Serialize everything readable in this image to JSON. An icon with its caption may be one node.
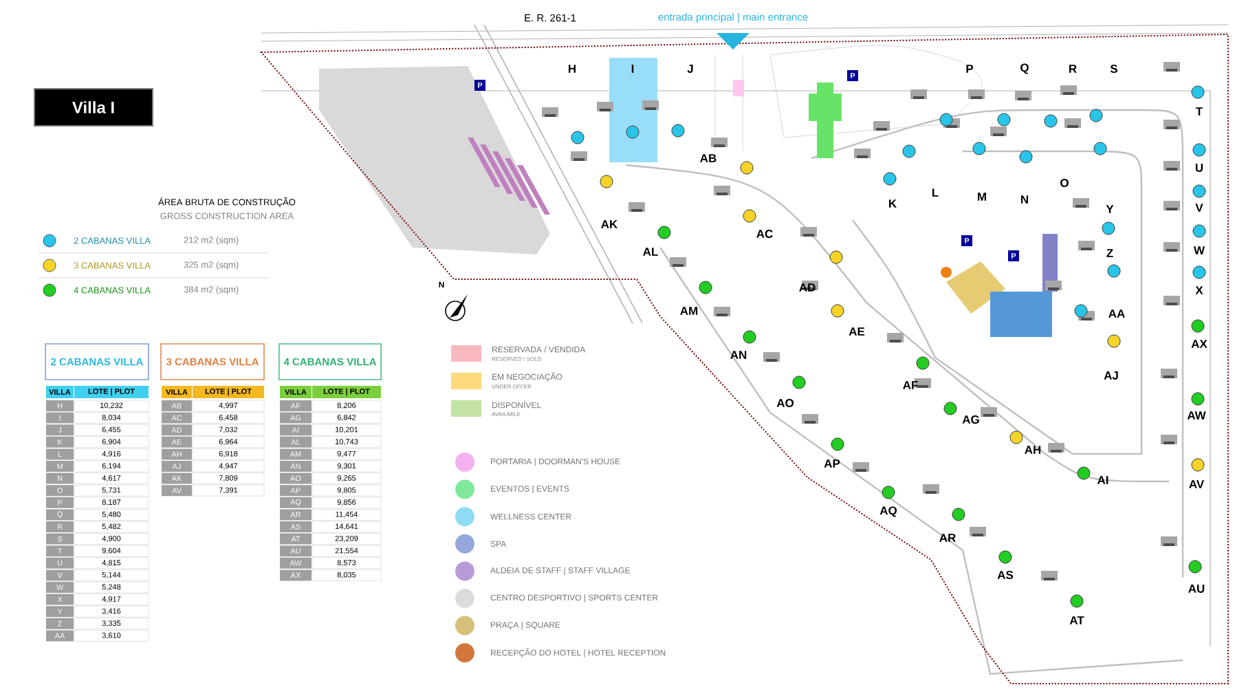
{
  "diagram": {
    "nodes": [
      {
        "text": [
          "Villa I"
        ]
      },
      {
        "text": [
          "2 CABANAS VILLA"
        ]
      },
      {
        "text": [
          "3 CABANAS VILLA"
        ]
      },
      {
        "text": [
          "4 CABANAS VILLA"
        ]
      }
    ],
    "labels": [
      "E. R. 261-1",
      "entrada principal | main entrance",
      "N",
      "H",
      "I",
      "J",
      "P",
      "Q",
      "R",
      "S",
      "T",
      "U",
      "V",
      "W",
      "X",
      "AX",
      "AW",
      "AV",
      "AU",
      "K",
      "L",
      "M",
      "N",
      "O",
      "Y",
      "Z",
      "AA",
      "AJ",
      "AB",
      "AC",
      "AD",
      "AE",
      "AK",
      "AL",
      "AM",
      "AN",
      "AO",
      "AF",
      "AG",
      "AH",
      "AI",
      "AP",
      "AQ",
      "AR",
      "AS",
      "AT",
      "ÁREA BRUTA DE CONSTRUÇÃO",
      "GROSS CONSTRUCTION AREA",
      "212 m2 (sqm)",
      "325 m2 (sqm)",
      "384 m2 (sqm)",
      "VILLA",
      "LOTE | PLOT",
      "H",
      "10,232",
      "I",
      "8,034",
      "J",
      "6,455",
      "K",
      "6,904",
      "L",
      "4,916",
      "M",
      "6,194",
      "N",
      "4,617",
      "O",
      "5,731",
      "P",
      "8,187",
      "Q",
      "5,480",
      "R",
      "5,482",
      "S",
      "4,900",
      "T",
      "9,604",
      "U",
      "4,815",
      "V",
      "5,144",
      "W",
      "5,248",
      "X",
      "4,917",
      "Y",
      "3,416",
      "Z",
      "3,335",
      "AA",
      "3,610",
      "VILLA",
      "LOTE | PLOT",
      "AB",
      "4,997",
      "AC",
      "6,458",
      "AD",
      "7,032",
      "AE",
      "6,964",
      "AH",
      "6,918",
      "AJ",
      "4,947",
      "AK",
      "7,809",
      "AV",
      "7,391",
      "VILLA",
      "LOTE | PLOT",
      "AF",
      "8,206",
      "AG",
      "6,842",
      "AI",
      "10,201",
      "AL",
      "10,743",
      "AM",
      "9,477",
      "AN",
      "9,301",
      "AO",
      "9,265",
      "AP",
      "9,805",
      "AQ",
      "9,856",
      "AR",
      "11,454",
      "AS",
      "14,641",
      "AT",
      "23,209",
      "AU",
      "21,554",
      "AW",
      "8,573",
      "AX",
      "8,035",
      "RESERVED / SOLD",
      "UNDER OFFER",
      "AVAILABLE",
      "P",
      "P",
      "P",
      "P"
    ],
    "legend": [
      {
        "text": "2 CABANAS VILLA",
        "color": "#29c5e8"
      },
      {
        "text": "3 CABANAS VILLA",
        "color": "#f5d327"
      },
      {
        "text": "4 CABANAS VILLA",
        "color": "#22cc22"
      },
      {
        "text": "RESERVADA / VENDIDA",
        "color": "#f7b8be"
      },
      {
        "text": "EM NEGOCIAÇÃO",
        "color": "#fcd97a"
      },
      {
        "text": "DISPONÍVEL",
        "color": "#c4e3a3"
      },
      {
        "text": "PORTARIA | DOORMAN'S HOUSE",
        "color": "#f5b0f0"
      },
      {
        "text": "EVENTOS | EVENTS",
        "color": "#7fe89a"
      },
      {
        "text": "WELLNESS CENTER",
        "color": "#8fdcf5"
      },
      {
        "text": "SPA",
        "color": "#94a8db"
      },
      {
        "text": "ALDEIA DE STAFF | STAFF VILLAGE",
        "color": "#b99ad9"
      },
      {
        "text": "CENTRO DESPORTIVO | SPORTS CENTER",
        "color": "#dcdcdc"
      },
      {
        "text": "PRAÇA | SQUARE",
        "color": "#d7c07a"
      },
      {
        "text": "RECEPÇÃO DO HOTEL | HOTEL RECEPTION",
        "color": "#d3773f"
      }
    ]
  }
}
